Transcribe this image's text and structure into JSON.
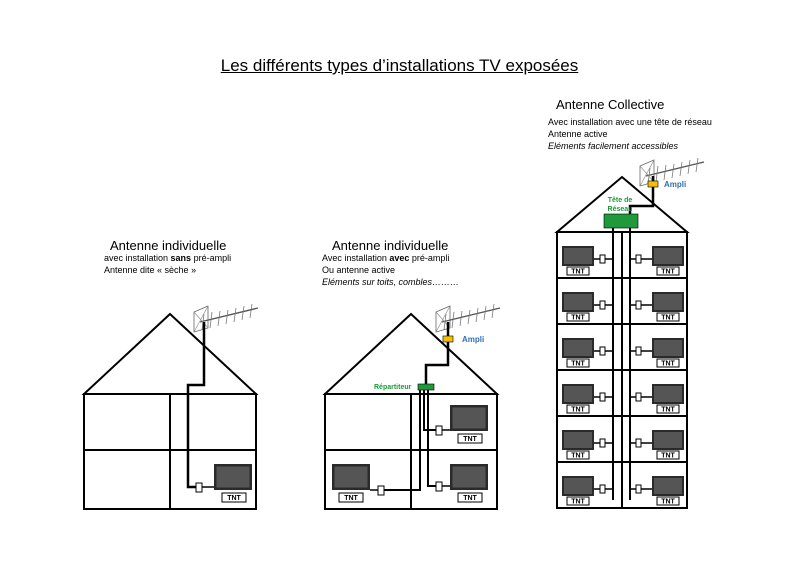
{
  "title": "Les différents types d’installations TV exposées",
  "house1": {
    "heading": "Antenne individuelle",
    "line1_pre": "avec installation ",
    "line1_bold": "sans",
    "line1_post": " pré-ampli",
    "line2": "Antenne dite « sèche »"
  },
  "house2": {
    "heading": "Antenne individuelle",
    "line1_pre": "Avec installation ",
    "line1_bold": "avec",
    "line1_post": " pré-ampli",
    "line2": "Ou antenne active",
    "line3": "Eléments sur toits, combles………"
  },
  "house3": {
    "heading": "Antenne Collective",
    "line1": "Avec installation avec une tête de réseau",
    "line2": "Antenne active",
    "line3": "Eléments facilement accessibles"
  },
  "labels": {
    "tnt": "TNT",
    "ampli": "Ampli",
    "repartiteur": "Répartiteur",
    "tete_line1": "Tête de",
    "tete_line2": "Réseau"
  },
  "colors": {
    "ampli": "#2f6fb8",
    "green": "#1e9a3a",
    "amp_box": "#f2c200"
  }
}
